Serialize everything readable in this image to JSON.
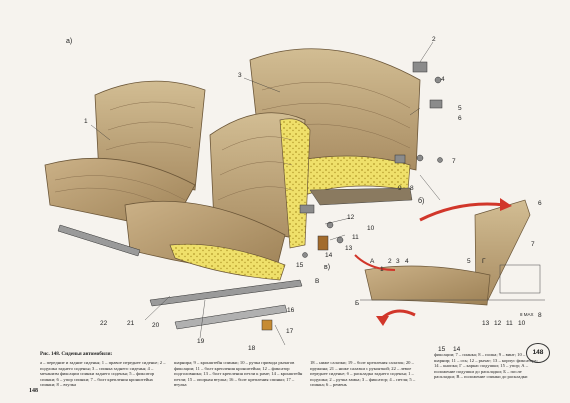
{
  "figure": {
    "panel_a": "а)",
    "panel_b": "б)",
    "panel_v": "в)",
    "callouts_main": [
      "1",
      "2",
      "3",
      "4",
      "5",
      "6",
      "7",
      "8",
      "9",
      "10",
      "11",
      "12",
      "13",
      "14",
      "15",
      "16",
      "17",
      "18",
      "19",
      "20",
      "21",
      "22"
    ],
    "callouts_detail": [
      "1",
      "2",
      "3",
      "4",
      "5",
      "Г",
      "6",
      "7",
      "13",
      "12",
      "11",
      "10",
      "14",
      "15",
      "Б",
      "В",
      "А",
      "8"
    ],
    "detail_rotation": "8 МАХ"
  },
  "caption": {
    "title": "Рис. 148. Сиденья автомобиля:",
    "col1": "а – передние и задние сиденья; 1 – правое переднее сиденье; 2 – подушка заднего сиденья; 3 – спинка заднего сиденья; 4 – механизм фиксации спинки заднего сиденья; 5 – фиксатор спинки; 6 – упор спинки; 7 – болт крепления кронштейна спинки; 8 – втулка",
    "col2": "шарнира; 9 – кронштейн спинки; 10 – ручка привода рычагов фиксации; 11 – болт крепления кронштейна; 12 – фиксатор подголовника; 13 – болт крепления петли к раме; 14 – кронштейн петли; 15 – опорная втулка; 16 – болт крепления спинки; 17 – втулка",
    "col3": "18 – ниже салазки; 19 – болт крепления салазок; 20 – пружина; 21 – ниже салазки с рукояткой; 22 – левое переднее сиденье; б – раскладка заднего сиденья; 1 – подушка; 2 – ручка замка; 3 – фиксатор; 4 – петля; 5 – спинка; 6 – ремень",
    "col4": "фиксации; 7 – планка; 8 – полка; 9 – винт; 10 – шарнир; 11 – ось; 12 – рычаг; 13 – корпус фиксатора; 14 – кнопка; Г – каркас подушки; 15 – упор; А – положение подушки до раскладки; Б – после раскладки; В – положение спинки до раскладки"
  },
  "page_number_left": "148",
  "page_badge": "148"
}
